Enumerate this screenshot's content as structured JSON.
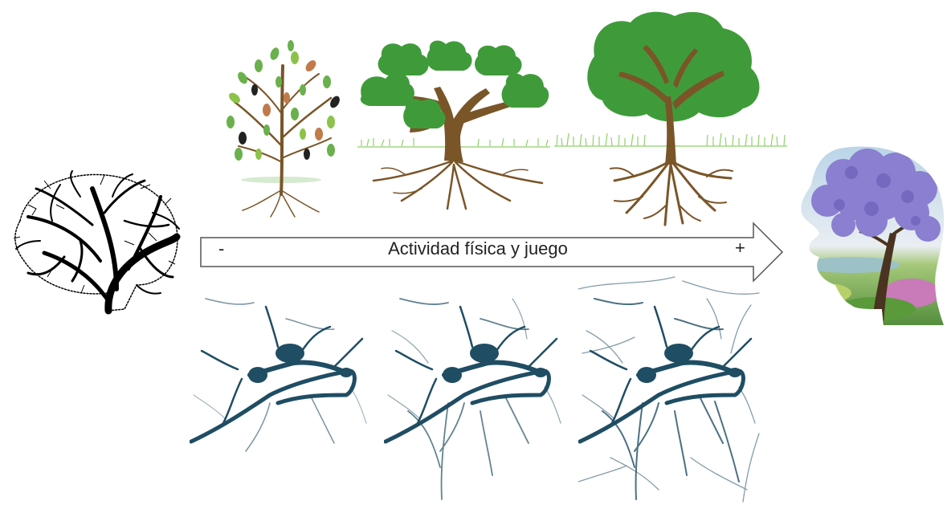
{
  "arrow": {
    "label": "Actividad física y juego",
    "minus": "-",
    "plus": "+"
  },
  "colors": {
    "leaf_small": "#6ab04c",
    "leaf_canopy": "#3f9b3a",
    "trunk": "#7a5528",
    "neuron": "#1f4d63",
    "grass": "#8fd16a",
    "brain_tree": "#000000",
    "head_canopy": "#8a7fd0",
    "arrow_stroke": "#555555"
  },
  "icons": [
    "brain-tree-silhouette",
    "small-tree",
    "medium-tree",
    "large-tree",
    "neuron-sparse",
    "neuron-medium",
    "neuron-dense",
    "head-tree-image"
  ]
}
